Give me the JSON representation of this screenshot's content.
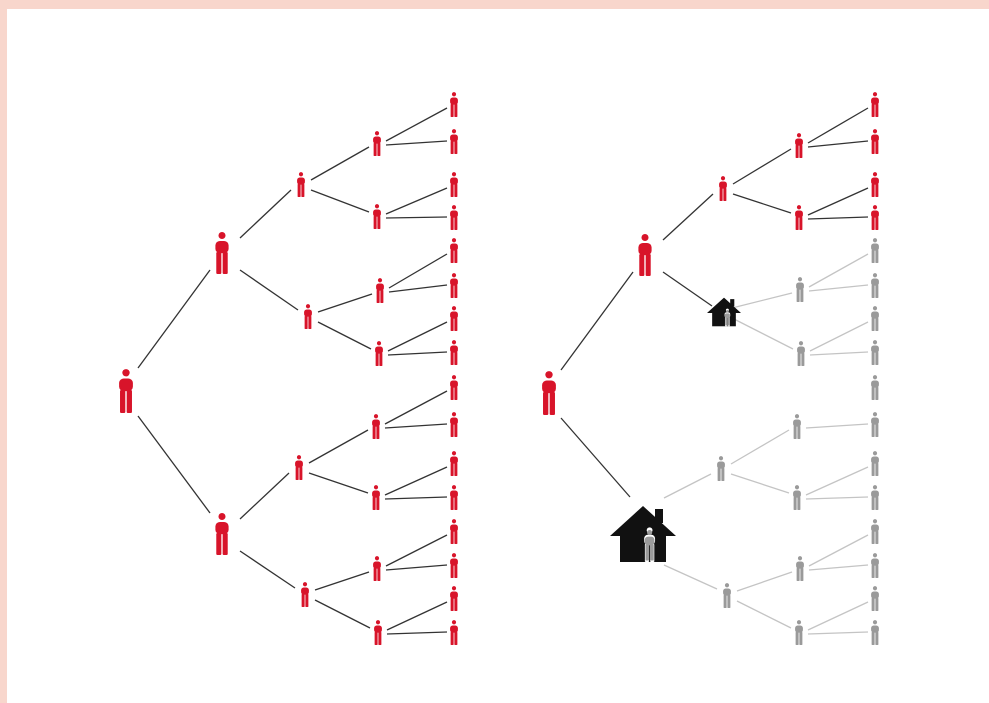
{
  "colors": {
    "background": "#f8d6cc",
    "canvas": "#ffffff",
    "person_infected": "#d8142a",
    "person_protected": "#9a9a9a",
    "line_active": "#333333",
    "line_inactive": "#c4c4c4",
    "house": "#111111"
  },
  "icons": {
    "person": "person-icon",
    "house": "house-with-person-icon"
  },
  "diagrams": [
    {
      "name": "spread-tree-unchecked",
      "generations": 5,
      "root": "red",
      "houses": []
    },
    {
      "name": "spread-tree-with-isolation",
      "generations": 5,
      "root": "red",
      "houses": [
        "lower-branch-generation-2",
        "upper-branch-generation-3"
      ]
    }
  ]
}
